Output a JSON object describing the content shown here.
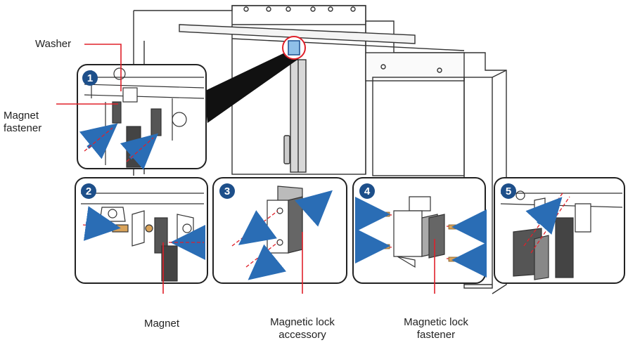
{
  "labels": {
    "washer": "Washer",
    "magnet_fastener": "Magnet\nfastener",
    "magnet": "Magnet",
    "magnetic_lock_accessory": "Magnetic lock\naccessory",
    "magnetic_lock_fastener": "Magnetic lock\nfastener"
  },
  "steps": [
    "1",
    "2",
    "3",
    "4",
    "5"
  ],
  "colors": {
    "callout_line": "#e0202a",
    "arrow": "#2a6db5",
    "outline": "#222222",
    "badge": "#1d4f8a"
  },
  "icons": [
    "arrow-icon",
    "screw-icon",
    "magnet-icon",
    "bracket-icon"
  ]
}
